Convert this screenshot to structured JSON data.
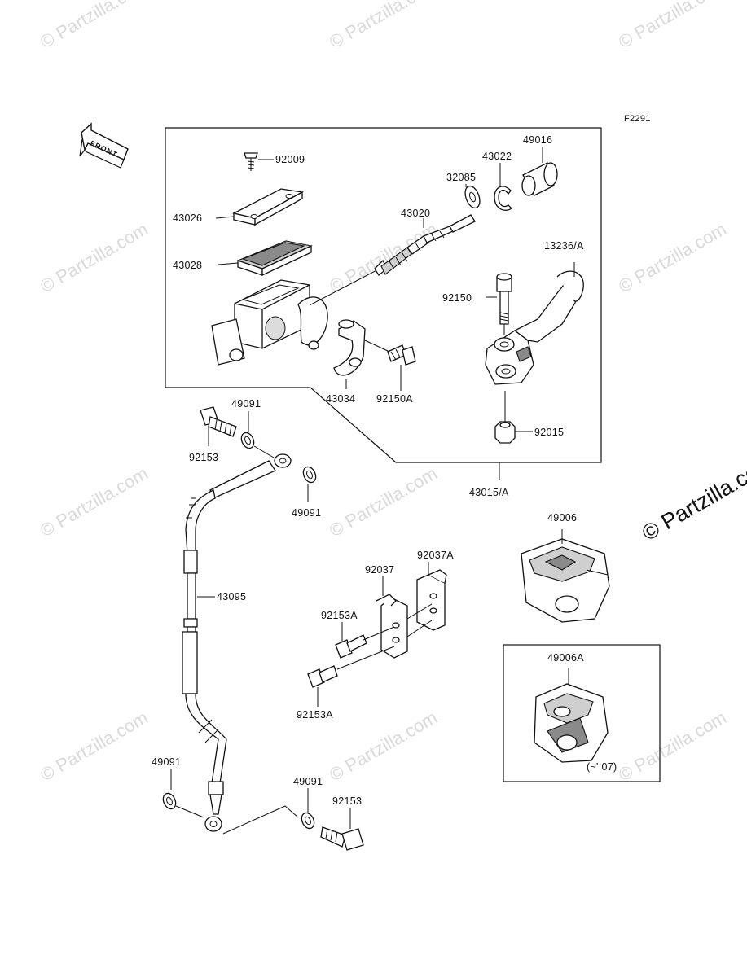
{
  "diagram": {
    "figure_code": "F2291",
    "front_label": "FRONT",
    "watermark": "© Partzilla.com",
    "watermark_large": "© Partzilla.com",
    "year_note": "(~' 07)",
    "parts": {
      "p92009": "92009",
      "p43026": "43026",
      "p43028": "43028",
      "p43020": "43020",
      "p32085": "32085",
      "p43022": "43022",
      "p49016": "49016",
      "p13236A": "13236/A",
      "p92150": "92150",
      "p43034": "43034",
      "p92150A": "92150A",
      "p92015": "92015",
      "p43015A": "43015/A",
      "p49091_a": "49091",
      "p92153_a": "92153",
      "p49091_b": "49091",
      "p43095": "43095",
      "p92037": "92037",
      "p92037A": "92037A",
      "p92153A_a": "92153A",
      "p92153A_b": "92153A",
      "p49006": "49006",
      "p49006A": "49006A",
      "p49091_c": "49091",
      "p49091_d": "49091",
      "p92153_b": "92153"
    }
  }
}
